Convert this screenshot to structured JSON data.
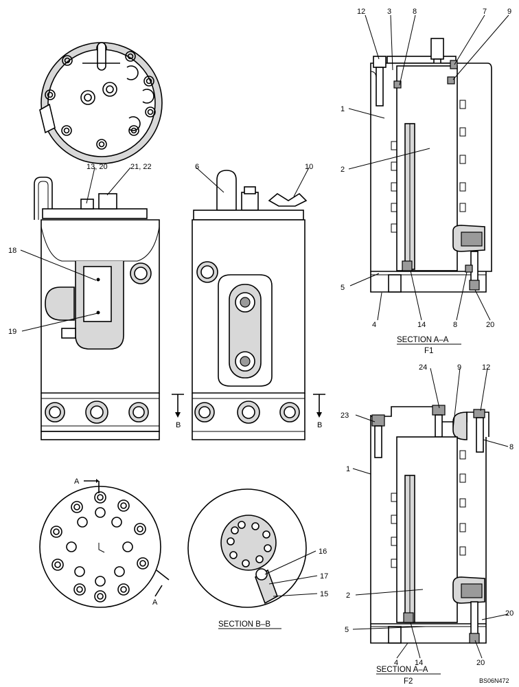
{
  "callouts": {
    "top_right": {
      "c12": "12",
      "c3": "3",
      "c8": "8",
      "c7": "7",
      "c9": "9",
      "c1": "1",
      "c2": "2",
      "c5": "5",
      "c4": "4",
      "c14": "14",
      "c8b": "8",
      "c20": "20"
    },
    "bottom_right": {
      "c24": "24",
      "c9": "9",
      "c12": "12",
      "c23": "23",
      "c8": "8",
      "c1": "1",
      "c2": "2",
      "c20a": "20",
      "c5": "5",
      "c4": "4",
      "c14": "14",
      "c20b": "20"
    },
    "front": {
      "c13_20": "13, 20",
      "c21_22": "21, 22",
      "c18": "18",
      "c19": "19"
    },
    "side": {
      "c6": "6",
      "c10": "10"
    },
    "section_bb": {
      "c16": "16",
      "c17": "17",
      "c15": "15"
    },
    "cut_marks": {
      "b_left": "B",
      "b_right": "B",
      "a_top": "A",
      "a_bottom": "A"
    }
  },
  "captions": {
    "section_aa_f1": "SECTION  A–A",
    "f1": "F1",
    "section_bb": "SECTION  B–B",
    "section_aa_f2": "SECTION  A–A",
    "f2": "F2"
  },
  "drawing_code": "BS06N472"
}
